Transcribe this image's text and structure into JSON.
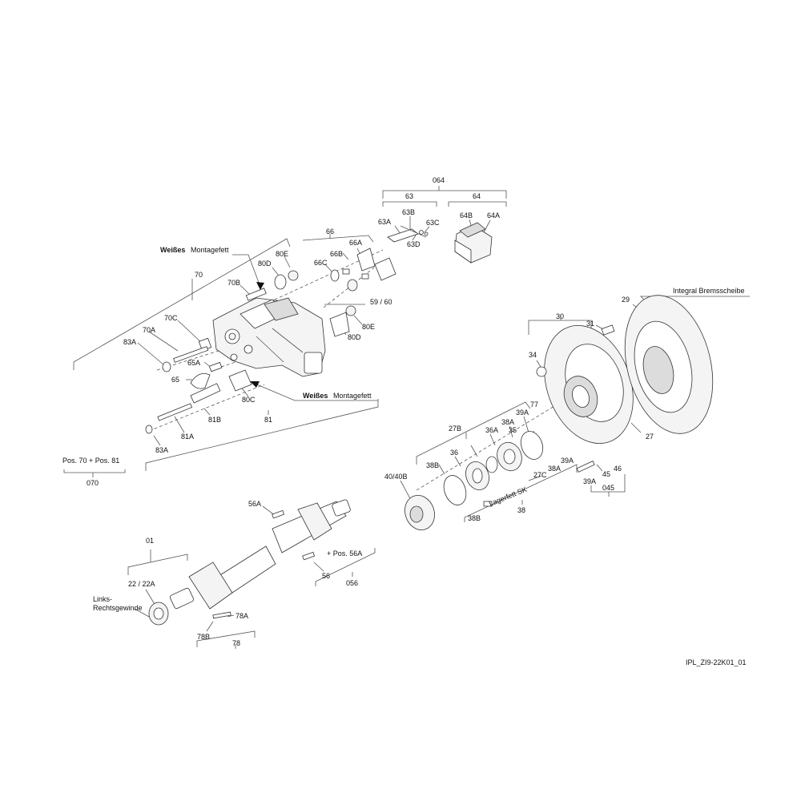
{
  "labels": {
    "064": "064",
    "63": "63",
    "64": "64",
    "63B": "63B",
    "63A": "63A",
    "63C": "63C",
    "63D": "63D",
    "64B": "64B",
    "64A": "64A",
    "66": "66",
    "80E_top": "80E",
    "66A": "66A",
    "66B": "66B",
    "66C": "66C",
    "80D_top": "80D",
    "weisses_1": "Weißes",
    "montagefett_1": "Montagefett",
    "70": "70",
    "70B": "70B",
    "59_60": "59 / 60",
    "80E_mid": "80E",
    "80D_mid": "80D",
    "70C": "70C",
    "70A": "70A",
    "83A_top": "83A",
    "65A": "65A",
    "65": "65",
    "80C": "80C",
    "weisses_2": "Weißes",
    "montagefett_2": "Montagefett",
    "81B": "81B",
    "81": "81",
    "81A": "81A",
    "83A_bottom": "83A",
    "pos70_81": "Pos. 70 + Pos. 81",
    "070": "070",
    "29": "29",
    "integral_bremsscheibe": "Integral Bremsscheibe",
    "30": "30",
    "31": "31",
    "34": "34",
    "27": "27",
    "77": "77",
    "39A_top": "39A",
    "38A_top": "38A",
    "27B": "27B",
    "36A": "36A",
    "35": "35",
    "36": "36",
    "38B_top": "38B",
    "40_40B": "40/40B",
    "27C": "27C",
    "38A_mid": "38A",
    "39A_mid": "39A",
    "lagerfett_sk": "Lagerfett SK",
    "38B_bottom": "38B",
    "38": "38",
    "46": "46",
    "45": "45",
    "39A_low": "39A",
    "045": "045",
    "56A": "56A",
    "pos56A": "+ Pos. 56A",
    "56": "56",
    "056": "056",
    "01": "01",
    "22_22A": "22 / 22A",
    "links": "Links-",
    "rechtsgewinde": "Rechtsgewinde",
    "78A": "78A",
    "78B": "78B",
    "78": "78",
    "drawing_id": "IPL_ZI9-22K01_01"
  }
}
